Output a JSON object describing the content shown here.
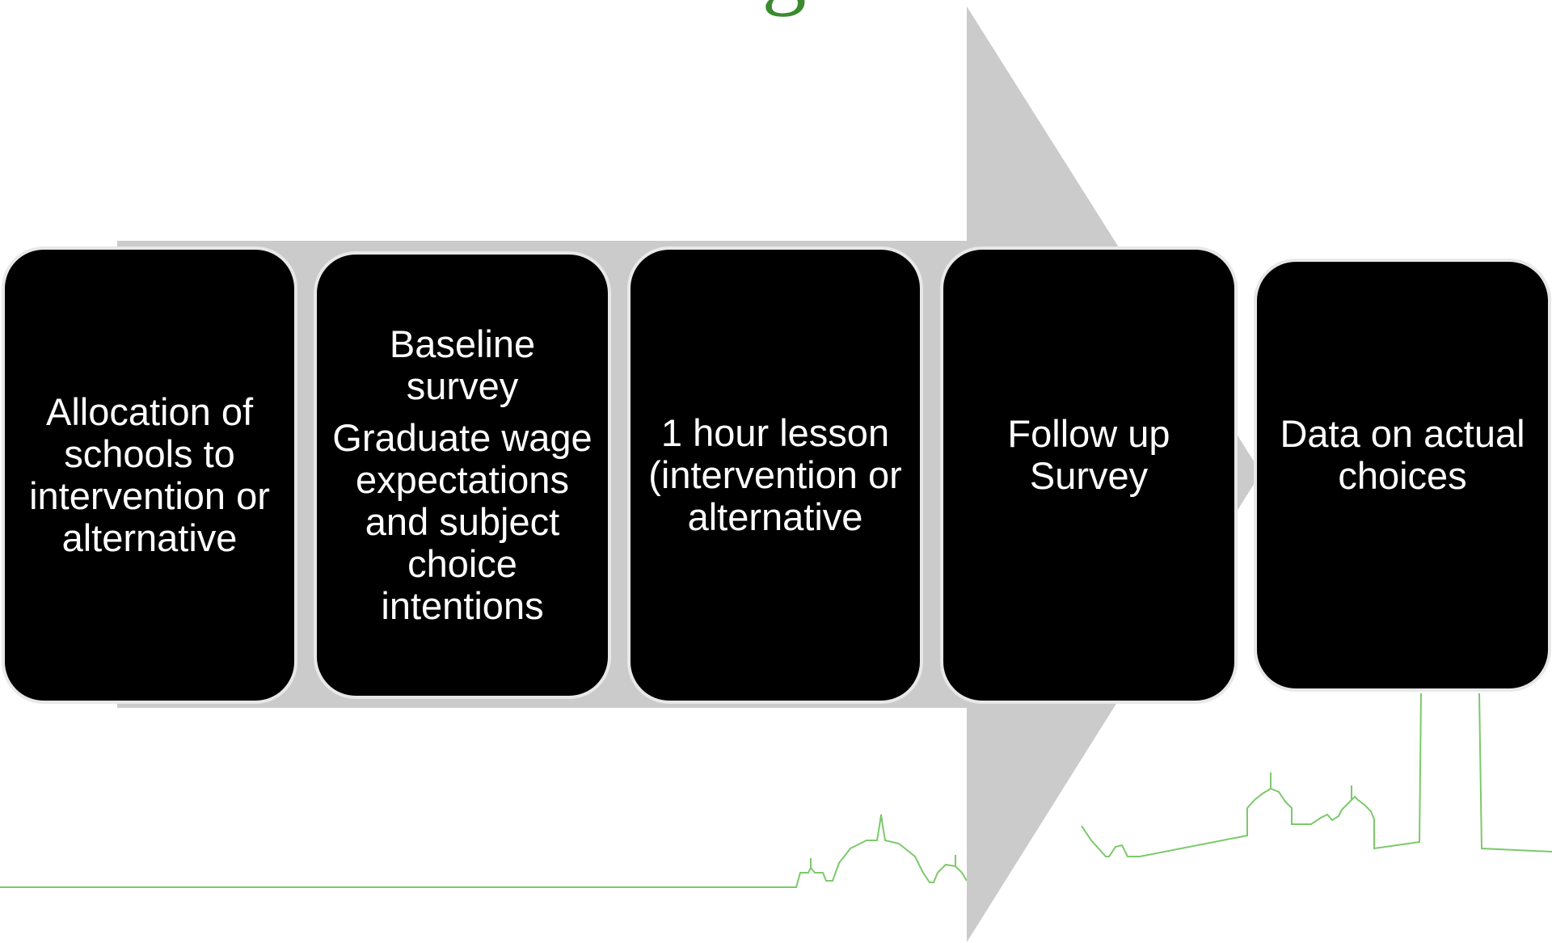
{
  "title_fragment": "g",
  "colors": {
    "arrow": "#cbcbcb",
    "box_fill": "#000000",
    "box_border": "#e8e8e8",
    "box_text": "#ffffff",
    "skyline": "#7cc96a",
    "title": "#3a8a2e"
  },
  "steps": [
    {
      "lines": [
        "Allocation of schools to intervention or alternative"
      ]
    },
    {
      "lines": [
        "Baseline survey",
        "Graduate wage expectations and subject choice intentions"
      ]
    },
    {
      "lines": [
        "1 hour lesson (intervention or alternative"
      ]
    },
    {
      "lines": [
        "Follow up Survey"
      ]
    },
    {
      "lines": [
        "Data on actual choices"
      ]
    }
  ]
}
